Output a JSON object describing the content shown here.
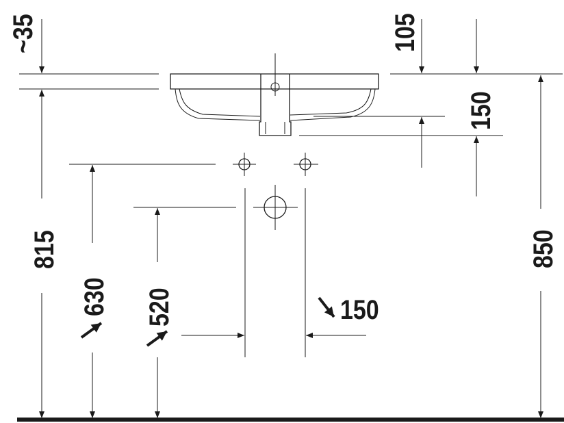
{
  "drawing": {
    "labels": {
      "overflow_offset": "~35",
      "tap_height": "105",
      "basin_depth": "150",
      "rim_height": "815",
      "valve_height": "630",
      "drain_height": "520",
      "supply_spacing": "150",
      "total_height": "850"
    },
    "line_color": "#1a1a1a",
    "background": "#ffffff"
  }
}
